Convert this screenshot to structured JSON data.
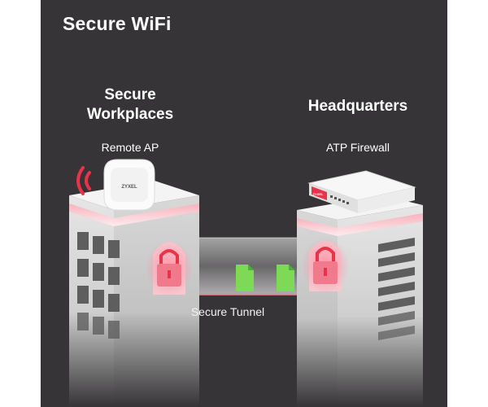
{
  "title": "Secure WiFi",
  "left": {
    "heading_line1": "Secure",
    "heading_line2": "Workplaces",
    "device_label": "Remote AP",
    "device_brand": "ZYXEL"
  },
  "right": {
    "heading": "Headquarters",
    "device_label": "ATP Firewall",
    "device_brand": "ZYXEL"
  },
  "tunnel_label": "Secure Tunnel",
  "colors": {
    "background": "#363436",
    "accent_red": "#e8334a",
    "lock_pink": "#f07a8c",
    "file_green": "#7ed957",
    "building_light": "#e9e9e9",
    "window_dark": "#595959"
  },
  "icons": [
    "wifi-signal-icon",
    "access-point-icon",
    "firewall-icon",
    "lock-icon",
    "file-icon"
  ]
}
